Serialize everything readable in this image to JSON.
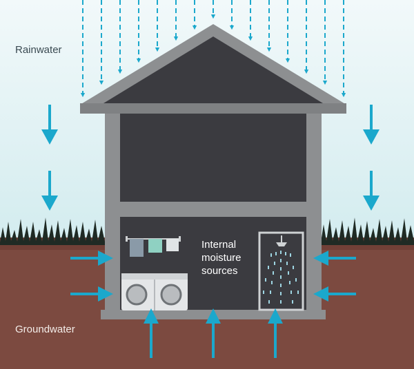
{
  "labels": {
    "rainwater": "Rainwater",
    "groundwater": "Groundwater",
    "internal_moisture": [
      "Internal",
      "moisture",
      "sources"
    ]
  },
  "colors": {
    "sky": "#dbeff2",
    "soil": "#7c4a40",
    "wall": "#8d8f91",
    "interior": "#3b3b40",
    "arrow": "#1ba8cc",
    "grass": "#1f2a24"
  },
  "icons": [
    "rain-arrow-icon",
    "house-icon",
    "clothesline-icon",
    "washer-dryer-icon",
    "shower-icon",
    "groundwater-arrow-icon"
  ]
}
